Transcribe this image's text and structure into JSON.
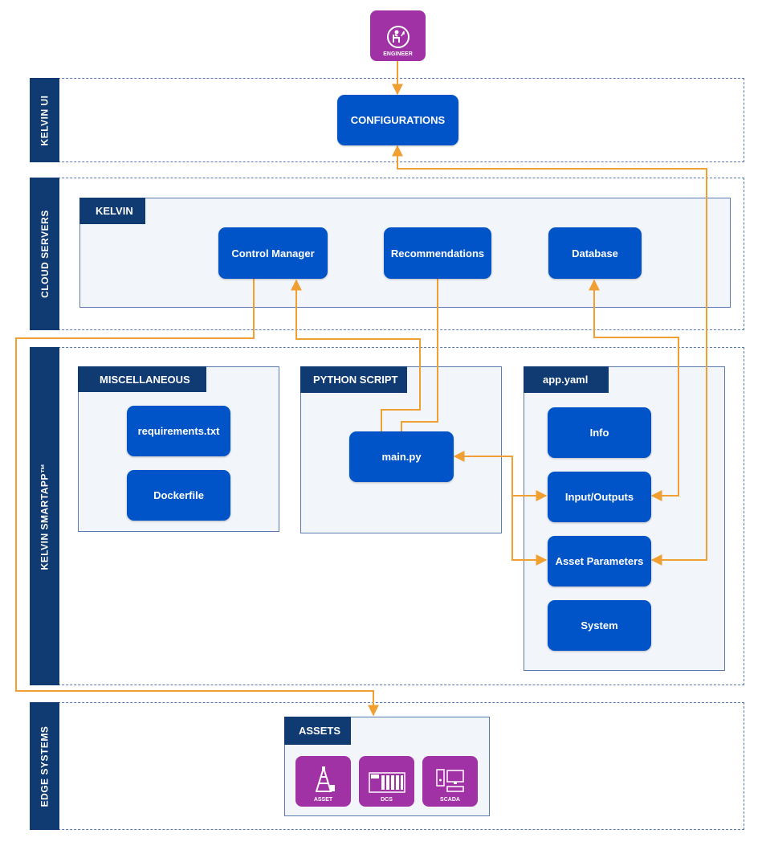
{
  "engineer": {
    "label": "ENGINEER",
    "icon": "engineer-icon"
  },
  "lanes": {
    "kelvin_ui": "KELVIN UI",
    "cloud_servers": "CLOUD SERVERS",
    "smartapp": "KELVIN SMARTAPP™",
    "edge_systems": "EDGE SYSTEMS"
  },
  "configurations": "CONFIGURATIONS",
  "kelvin": {
    "title": "KELVIN",
    "control_manager": "Control Manager",
    "recommendations": "Recommendations",
    "database": "Database"
  },
  "miscellaneous": {
    "title": "MISCELLANEOUS",
    "requirements": "requirements.txt",
    "dockerfile": "Dockerfile"
  },
  "python_script": {
    "title": "PYTHON SCRIPT",
    "main": "main.py"
  },
  "app_yaml": {
    "title": "app.yaml",
    "info": "Info",
    "io": "Input/Outputs",
    "asset_parameters": "Asset Parameters",
    "system": "System"
  },
  "assets": {
    "title": "ASSETS",
    "tiles": [
      {
        "label": "ASSET",
        "icon": "oil-rig-icon"
      },
      {
        "label": "DCS",
        "icon": "dcs-rack-icon"
      },
      {
        "label": "SCADA",
        "icon": "scada-workstation-icon"
      }
    ]
  },
  "colors": {
    "navy": "#0f3a72",
    "node_blue": "#0054c8",
    "connector": "#f0a032",
    "icon_purple": "#a032a5"
  }
}
